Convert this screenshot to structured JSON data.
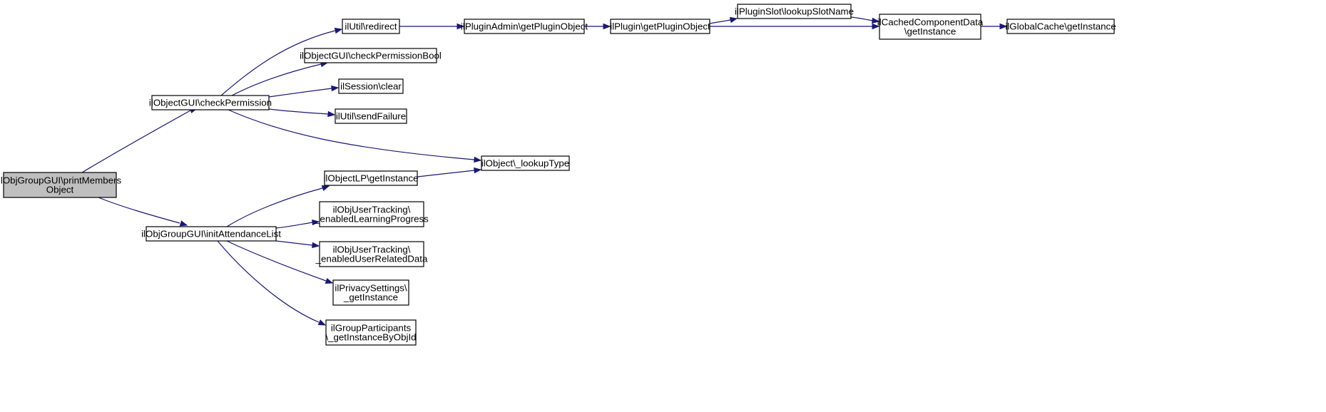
{
  "diagram": {
    "type": "call-graph",
    "colors": {
      "edge": "#191970",
      "root_fill": "#bfbfbf",
      "node_fill": "#ffffff",
      "border": "#000000"
    },
    "nodes": [
      {
        "id": "root",
        "lines": [
          "ilObjGroupGUI\\printMembers",
          "Object"
        ],
        "root": true
      },
      {
        "id": "checkPermission",
        "lines": [
          "ilObjectGUI\\checkPermission"
        ]
      },
      {
        "id": "initAttendanceList",
        "lines": [
          "ilObjGroupGUI\\initAttendanceList"
        ]
      },
      {
        "id": "redirect",
        "lines": [
          "ilUtil\\redirect"
        ]
      },
      {
        "id": "checkPermissionBool",
        "lines": [
          "ilObjectGUI\\checkPermissionBool"
        ]
      },
      {
        "id": "sessionClear",
        "lines": [
          "ilSession\\clear"
        ]
      },
      {
        "id": "sendFailure",
        "lines": [
          "ilUtil\\sendFailure"
        ]
      },
      {
        "id": "lookupType",
        "lines": [
          "ilObject\\_lookupType"
        ]
      },
      {
        "id": "lpGetInstance",
        "lines": [
          "ilObjectLP\\getInstance"
        ]
      },
      {
        "id": "enabledLP",
        "lines": [
          "ilObjUserTracking\\",
          "_enabledLearningProgress"
        ]
      },
      {
        "id": "enabledURD",
        "lines": [
          "ilObjUserTracking\\",
          "_enabledUserRelatedData"
        ]
      },
      {
        "id": "privacy",
        "lines": [
          "ilPrivacySettings\\",
          "_getInstance"
        ]
      },
      {
        "id": "groupParticipants",
        "lines": [
          "ilGroupParticipants",
          "\\_getInstanceByObjId"
        ]
      },
      {
        "id": "adminGetPlugin",
        "lines": [
          "ilPluginAdmin\\getPluginObject"
        ]
      },
      {
        "id": "pluginGetPlugin",
        "lines": [
          "ilPlugin\\getPluginObject"
        ]
      },
      {
        "id": "lookupSlotName",
        "lines": [
          "ilPluginSlot\\lookupSlotName"
        ]
      },
      {
        "id": "cachedComponent",
        "lines": [
          "ilCachedComponentData",
          "\\getInstance"
        ]
      },
      {
        "id": "globalCache",
        "lines": [
          "ilGlobalCache\\getInstance"
        ]
      }
    ],
    "edges": [
      {
        "from": "root",
        "to": "checkPermission"
      },
      {
        "from": "root",
        "to": "initAttendanceList"
      },
      {
        "from": "checkPermission",
        "to": "redirect"
      },
      {
        "from": "checkPermission",
        "to": "checkPermissionBool"
      },
      {
        "from": "checkPermission",
        "to": "sessionClear"
      },
      {
        "from": "checkPermission",
        "to": "sendFailure"
      },
      {
        "from": "checkPermission",
        "to": "lookupType"
      },
      {
        "from": "initAttendanceList",
        "to": "lpGetInstance"
      },
      {
        "from": "initAttendanceList",
        "to": "enabledLP"
      },
      {
        "from": "initAttendanceList",
        "to": "enabledURD"
      },
      {
        "from": "initAttendanceList",
        "to": "privacy"
      },
      {
        "from": "initAttendanceList",
        "to": "groupParticipants"
      },
      {
        "from": "lpGetInstance",
        "to": "lookupType"
      },
      {
        "from": "redirect",
        "to": "adminGetPlugin"
      },
      {
        "from": "adminGetPlugin",
        "to": "pluginGetPlugin"
      },
      {
        "from": "pluginGetPlugin",
        "to": "lookupSlotName"
      },
      {
        "from": "pluginGetPlugin",
        "to": "cachedComponent"
      },
      {
        "from": "lookupSlotName",
        "to": "cachedComponent"
      },
      {
        "from": "cachedComponent",
        "to": "globalCache"
      }
    ]
  }
}
